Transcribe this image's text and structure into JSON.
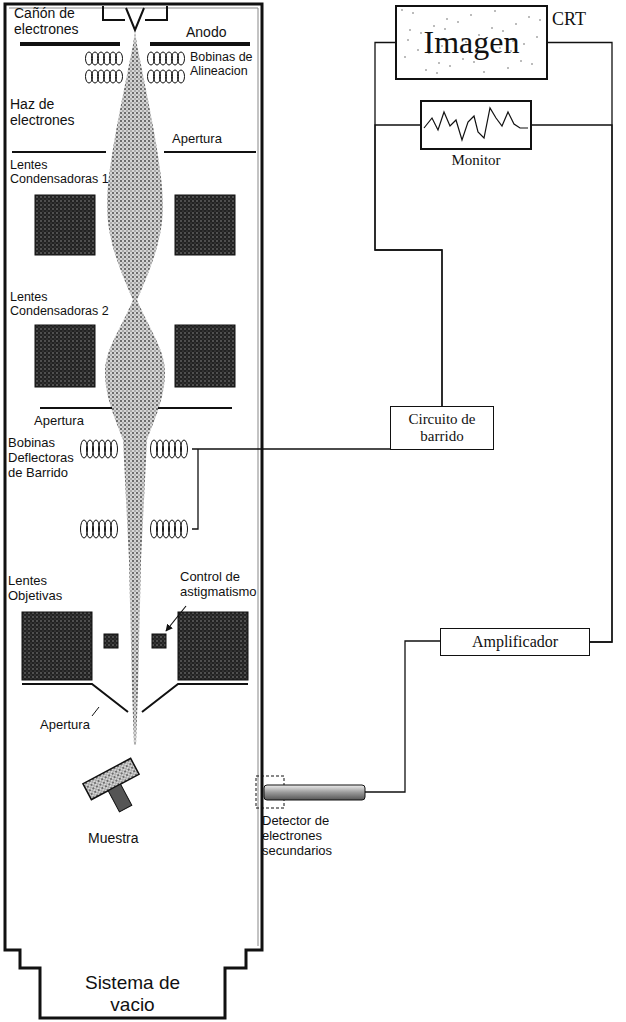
{
  "diagram": {
    "nodes": [
      {
        "text": [
          "CRT",
          "Imagen"
        ]
      },
      {
        "text": [
          "Monitor"
        ]
      },
      {
        "text": [
          "Circuito de barrido"
        ]
      },
      {
        "text": [
          "Amplificador"
        ]
      },
      {
        "text": [
          "Sistema de vacio"
        ]
      }
    ],
    "edges": [
      {
        "from": 2,
        "to": 0,
        "arrow": "none"
      },
      {
        "from": 2,
        "to": 1,
        "arrow": "none"
      },
      {
        "from": 3,
        "to": 0,
        "arrow": "none"
      },
      {
        "from": 3,
        "to": 1,
        "arrow": "none"
      }
    ],
    "labels": [
      "Cañón de electrones",
      "Anodo",
      "Bobinas de Alineacion",
      "Haz de electrones",
      "Apertura",
      "Lentes Condensadoras 1",
      "Lentes Condensadoras 2",
      "Apertura",
      "Bobinas Deflectoras de Barrido",
      "Lentes Objetivas",
      "Control de astigmatismo",
      "Apertura",
      "Muestra",
      "Detector de electrones secundarios"
    ]
  }
}
